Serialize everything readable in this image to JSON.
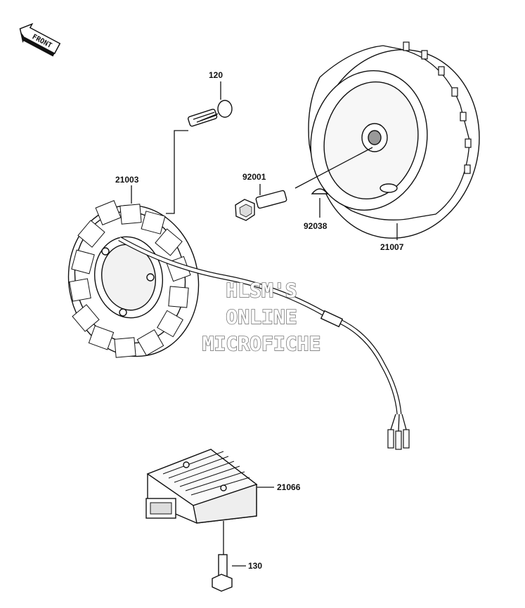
{
  "front_arrow": {
    "label": "FRONT"
  },
  "parts": {
    "bolt_120": "120",
    "stator": "21003",
    "bolt_92001": "92001",
    "key": "92038",
    "flywheel": "21007",
    "regulator": "21066",
    "bolt_130": "130"
  },
  "watermark": {
    "line1": "HLSM'S",
    "line2": "ONLINE",
    "line3": "MICROFICHE"
  }
}
